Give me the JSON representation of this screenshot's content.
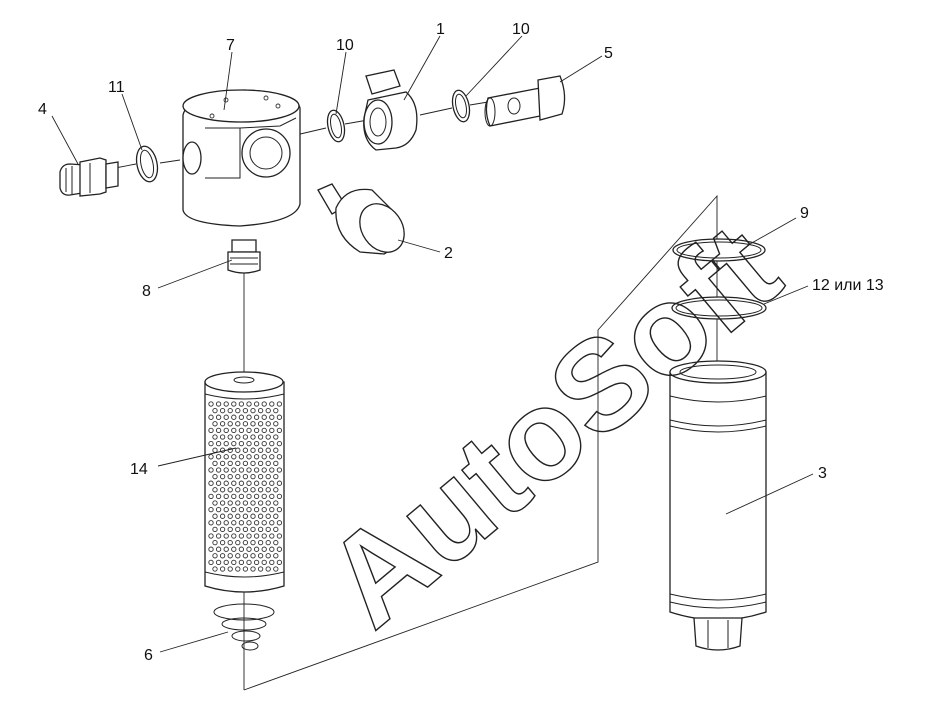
{
  "diagram": {
    "watermark": "AutoSoft",
    "callouts": [
      {
        "id": "1",
        "text": "1"
      },
      {
        "id": "2",
        "text": "2"
      },
      {
        "id": "3",
        "text": "3"
      },
      {
        "id": "4",
        "text": "4"
      },
      {
        "id": "5",
        "text": "5"
      },
      {
        "id": "6",
        "text": "6"
      },
      {
        "id": "7",
        "text": "7"
      },
      {
        "id": "8",
        "text": "8"
      },
      {
        "id": "9",
        "text": "9"
      },
      {
        "id": "10a",
        "text": "10"
      },
      {
        "id": "10b",
        "text": "10"
      },
      {
        "id": "11",
        "text": "11"
      },
      {
        "id": "12",
        "text": "12 или 13"
      },
      {
        "id": "14",
        "text": "14"
      }
    ]
  }
}
